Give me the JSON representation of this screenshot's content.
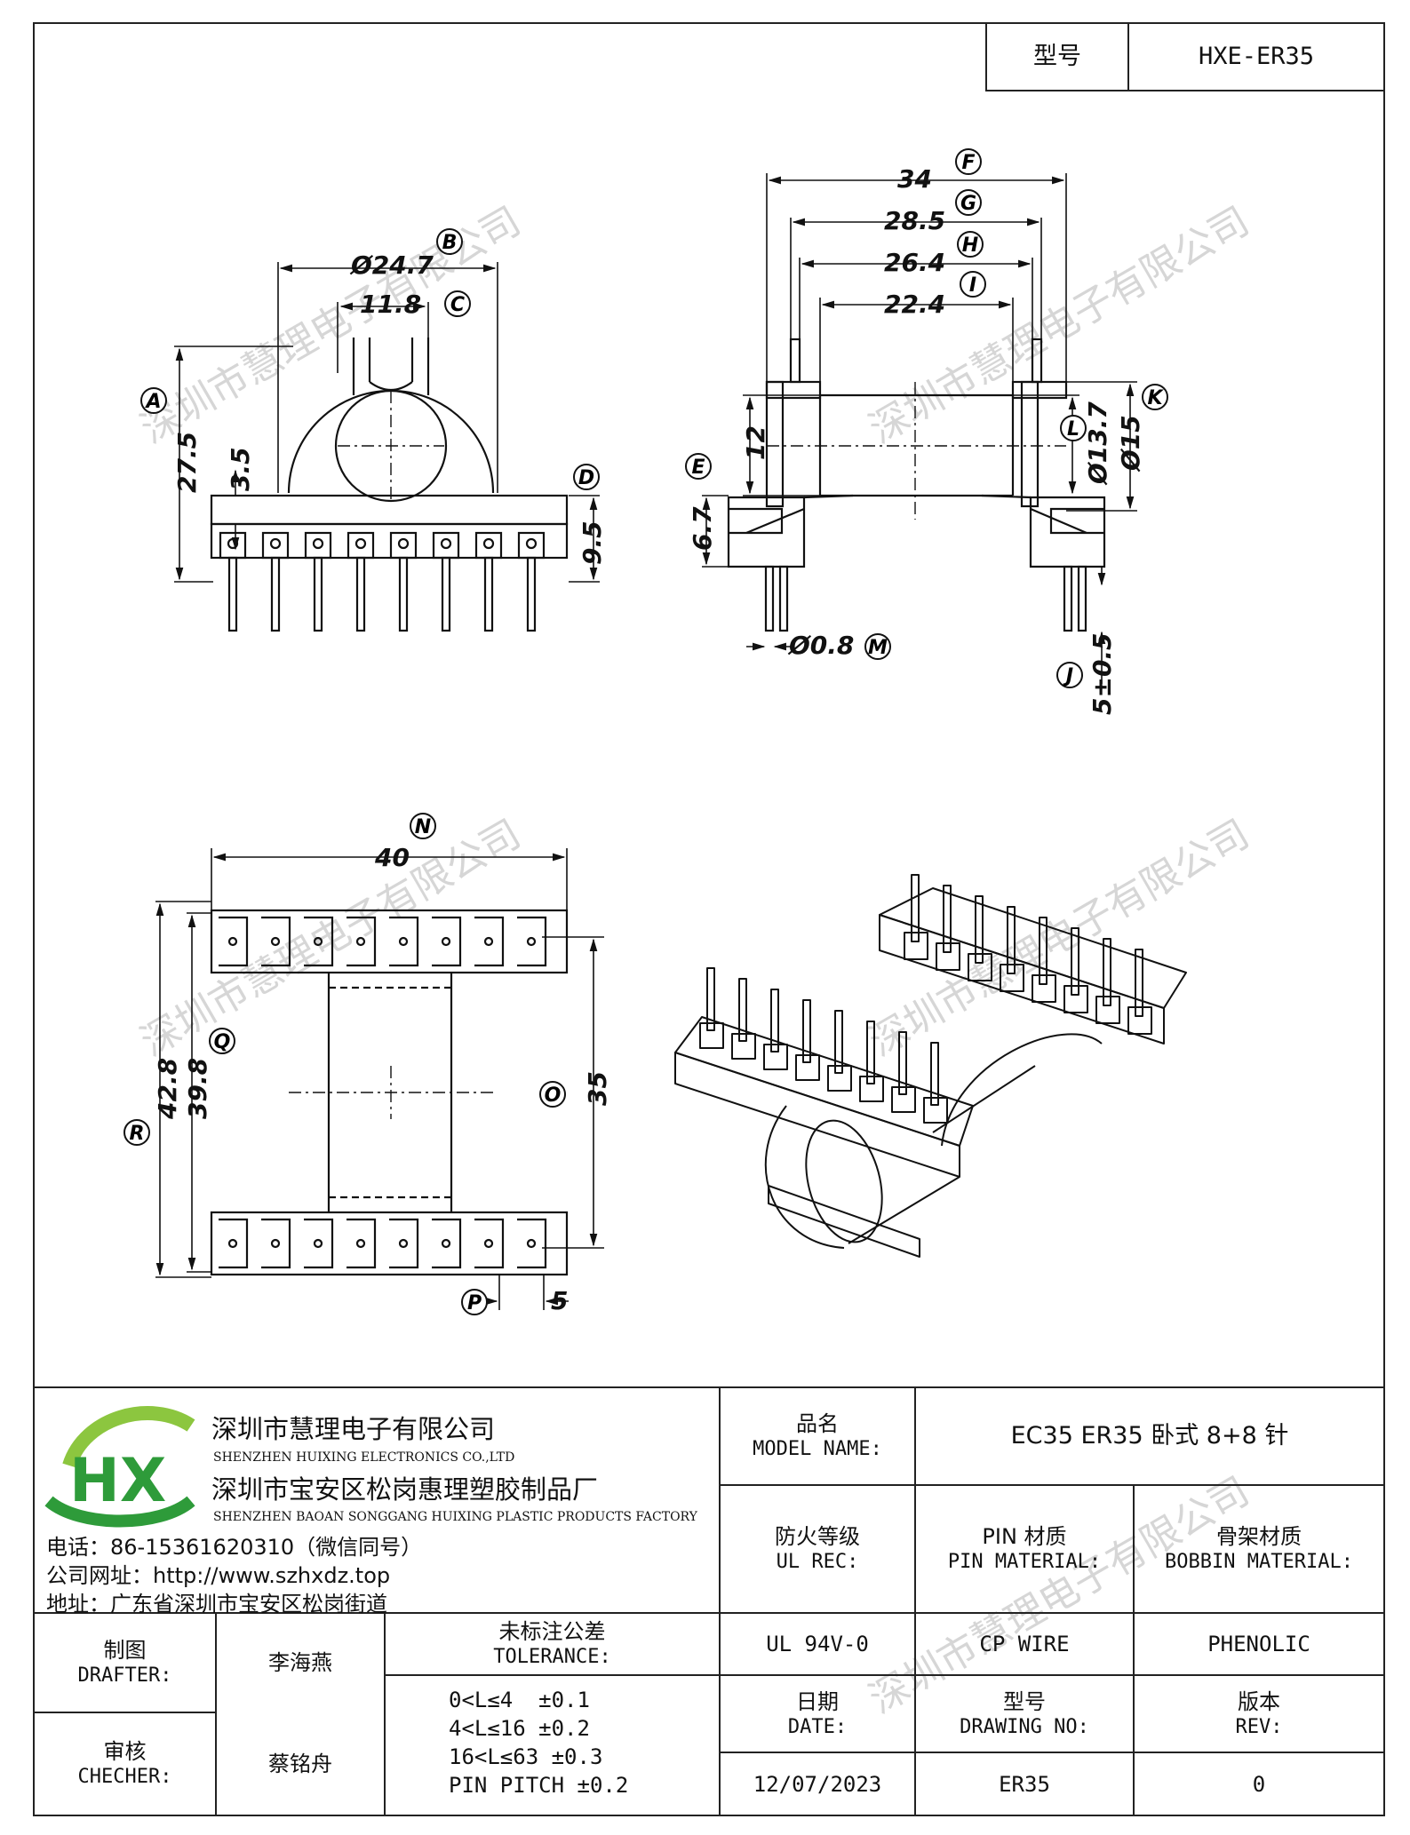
{
  "header": {
    "model_label": "型号",
    "model_value": "HXE-ER35"
  },
  "dims": {
    "front": {
      "b": "Ø24.7",
      "c": "11.8",
      "a": "27.5",
      "flange": "3.5",
      "d": "9.5"
    },
    "side": {
      "f": "34",
      "g": "28.5",
      "h": "26.4",
      "i": "22.4",
      "core": "12",
      "e": "6.7",
      "l": "Ø13.7",
      "k": "Ø15",
      "pin_dia": "Ø0.8",
      "j": "5±0.5"
    },
    "bottom": {
      "n": "40",
      "r": "42.8",
      "q": "39.8",
      "o": "35",
      "p": "5"
    }
  },
  "markers": {
    "a": "A",
    "b": "B",
    "c": "C",
    "d": "D",
    "e": "E",
    "f": "F",
    "g": "G",
    "h": "H",
    "i": "I",
    "j": "J",
    "k": "K",
    "l": "L",
    "m": "M",
    "n": "N",
    "o": "O",
    "p": "P",
    "q": "Q",
    "r": "R"
  },
  "company": {
    "name_cn": "深圳市慧理电子有限公司",
    "name_en": "SHENZHEN HUIXING ELECTRONICS CO.,LTD",
    "factory_cn": "深圳市宝安区松岗惠理塑胶制品厂",
    "factory_en": "SHENZHEN BAOAN SONGGANG HUIXING PLASTIC PRODUCTS FACTORY",
    "phone": "电话：86-15361620310（微信同号）",
    "website": "公司网址：http://www.szhxdz.top",
    "address": "地址：广东省深圳市宝安区松岗街道",
    "logo_text": "HX",
    "logo_colors": {
      "green": "#2e9b3a",
      "yellow": "#e2c21c",
      "light_green": "#8cc63f"
    }
  },
  "title_block": {
    "model_name_cn": "品名",
    "model_name_en": "MODEL NAME:",
    "model_name_value": "EC35 ER35 卧式 8+8 针",
    "ul_cn": "防火等级",
    "ul_en": "UL REC:",
    "pin_cn": "PIN 材质",
    "pin_en": "PIN MATERIAL:",
    "bobbin_cn": "骨架材质",
    "bobbin_en": "BOBBIN MATERIAL:",
    "ul_value": "UL 94V-0",
    "pin_value": "CP WIRE",
    "bobbin_value": "PHENOLIC",
    "drafter_cn": "制图",
    "drafter_en": "DRAFTER:",
    "drafter_name": "李海燕",
    "tol_cn": "未标注公差",
    "tol_en": "TOLERANCE:",
    "tol_lines": [
      "0<L≤4  ±0.1",
      "4<L≤16 ±0.2",
      "16<L≤63 ±0.3",
      "PIN PITCH ±0.2"
    ],
    "checker_cn": "审核",
    "checker_en": "CHECHER:",
    "checker_name": "蔡铭舟",
    "date_cn": "日期",
    "date_en": "DATE:",
    "date_value": "12/07/2023",
    "dwg_cn": "型号",
    "dwg_en": "DRAWING NO:",
    "dwg_value": "ER35",
    "rev_cn": "版本",
    "rev_en": "REV:",
    "rev_value": "0"
  },
  "watermark": "深圳市慧理电子有限公司"
}
